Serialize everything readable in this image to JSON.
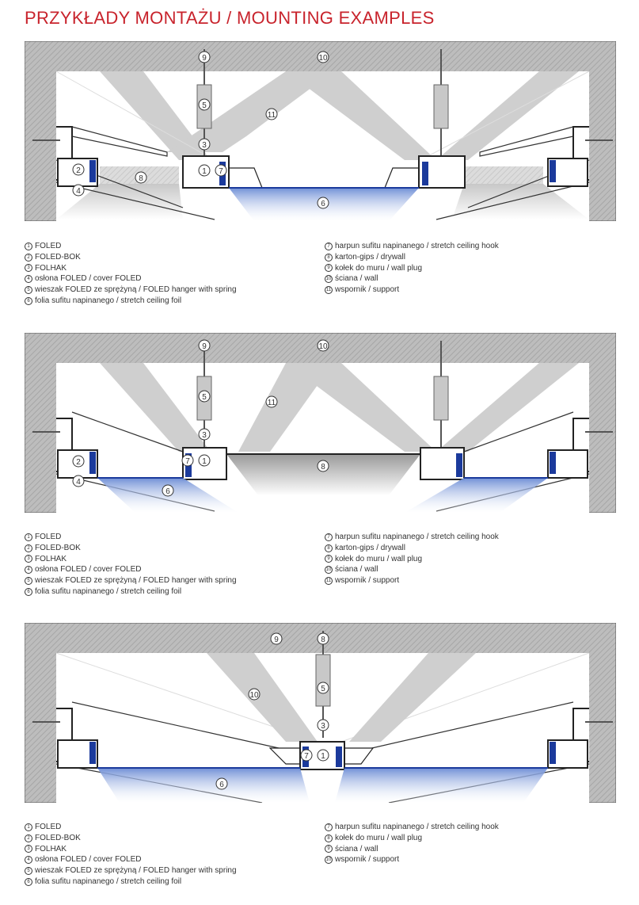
{
  "title": "PRZYKŁADY MONTAŻU  /  MOUNTING EXAMPLES",
  "colors": {
    "title": "#c8232c",
    "hatch": "#9c9c9c",
    "support": "#cfcfcf",
    "foil": "#6f8fd6"
  },
  "sections": [
    {
      "callouts": {
        "c1": "1",
        "c2": "2",
        "c3": "3",
        "c4": "4",
        "c5": "5",
        "c6": "6",
        "c7": "7",
        "c8": "8",
        "c9": "9",
        "c10": "10",
        "c11": "11"
      },
      "legend_left": [
        {
          "n": "1",
          "text": "FOLED"
        },
        {
          "n": "2",
          "text": "FOLED-BOK"
        },
        {
          "n": "3",
          "text": "FOLHAK"
        },
        {
          "n": "4",
          "text": "osłona FOLED  /  cover FOLED"
        },
        {
          "n": "5",
          "text": "wieszak FOLED ze sprężyną  /  FOLED hanger with spring"
        },
        {
          "n": "6",
          "text": "folia sufitu napinanego  /  stretch ceiling foil"
        }
      ],
      "legend_right": [
        {
          "n": "7",
          "text": "harpun sufitu napinanego  /  stretch ceiling hook"
        },
        {
          "n": "8",
          "text": "karton-gips  /  drywall"
        },
        {
          "n": "9",
          "text": "kołek do muru  /  wall plug"
        },
        {
          "n": "10",
          "text": "ściana  /  wall"
        },
        {
          "n": "11",
          "text": "wspornik  /  support"
        }
      ]
    },
    {
      "callouts": {
        "c1": "1",
        "c2": "2",
        "c3": "3",
        "c4": "4",
        "c5": "5",
        "c6": "6",
        "c7": "7",
        "c8": "8",
        "c9": "9",
        "c10": "10",
        "c11": "11"
      },
      "legend_left": [
        {
          "n": "1",
          "text": "FOLED"
        },
        {
          "n": "2",
          "text": "FOLED-BOK"
        },
        {
          "n": "3",
          "text": "FOLHAK"
        },
        {
          "n": "4",
          "text": "osłona FOLED  /  cover FOLED"
        },
        {
          "n": "5",
          "text": "wieszak FOLED ze sprężyną  /  FOLED hanger with spring"
        },
        {
          "n": "6",
          "text": "folia sufitu napinanego  /  stretch ceiling foil"
        }
      ],
      "legend_right": [
        {
          "n": "7",
          "text": "harpun sufitu napinanego  /  stretch ceiling hook"
        },
        {
          "n": "8",
          "text": "karton-gips  /  drywall"
        },
        {
          "n": "9",
          "text": "kołek do muru  /  wall plug"
        },
        {
          "n": "10",
          "text": "ściana  /  wall"
        },
        {
          "n": "11",
          "text": "wspornik  /  support"
        }
      ]
    },
    {
      "callouts": {
        "c1": "1",
        "c3": "3",
        "c5": "5",
        "c6": "6",
        "c7": "7",
        "c8": "8",
        "c9": "9",
        "c10": "10"
      },
      "legend_left": [
        {
          "n": "1",
          "text": "FOLED"
        },
        {
          "n": "2",
          "text": "FOLED-BOK"
        },
        {
          "n": "3",
          "text": "FOLHAK"
        },
        {
          "n": "4",
          "text": "osłona FOLED  /  cover FOLED"
        },
        {
          "n": "5",
          "text": "wieszak FOLED ze sprężyną  /  FOLED hanger with spring"
        },
        {
          "n": "6",
          "text": "folia sufitu napinanego  /  stretch ceiling foil"
        }
      ],
      "legend_right": [
        {
          "n": "7",
          "text": "harpun sufitu napinanego  /  stretch ceiling hook"
        },
        {
          "n": "8",
          "text": "kołek do muru  /  wall plug"
        },
        {
          "n": "9",
          "text": "ściana  /  wall"
        },
        {
          "n": "10",
          "text": "wspornik  /  support"
        }
      ]
    }
  ]
}
